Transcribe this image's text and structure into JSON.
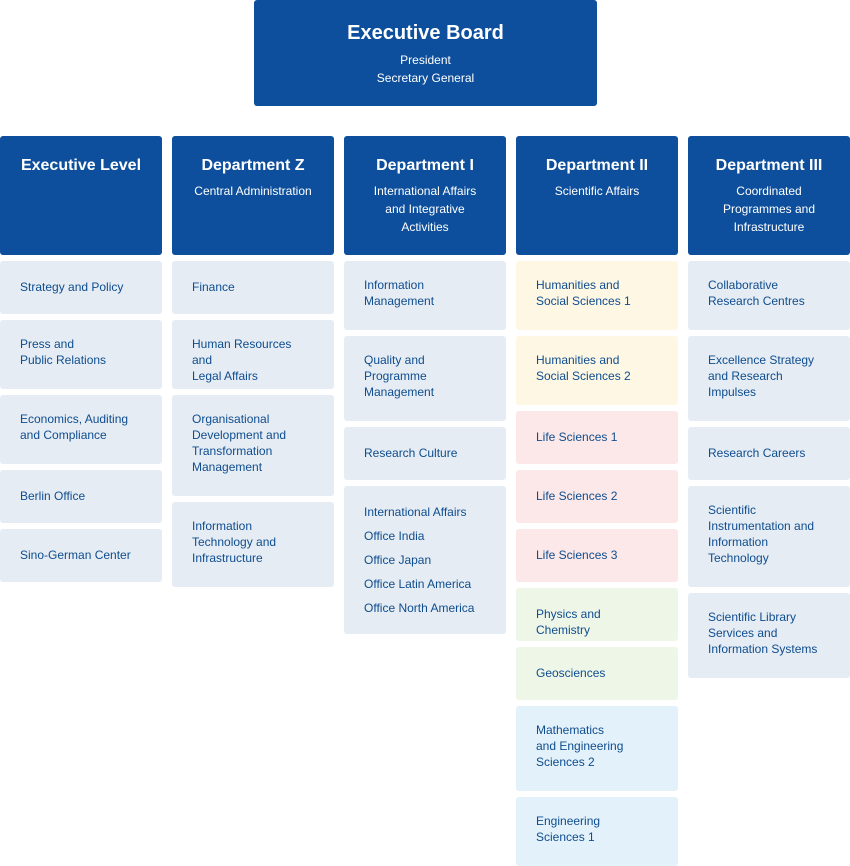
{
  "board": {
    "title": "Executive Board",
    "lines": [
      "President",
      "Secretary General"
    ]
  },
  "columns": [
    {
      "title": "Executive Level",
      "sub": [],
      "items": [
        {
          "lines": [
            "Strategy and Policy"
          ],
          "color": "grey",
          "h": 53
        },
        {
          "lines": [
            "Press and",
            "Public Relations"
          ],
          "color": "grey",
          "h": 69
        },
        {
          "lines": [
            "Economics, Auditing",
            "and Compliance"
          ],
          "color": "grey",
          "h": 69
        },
        {
          "lines": [
            "Berlin Office"
          ],
          "color": "grey",
          "h": 53
        },
        {
          "lines": [
            "Sino-German Center"
          ],
          "color": "grey",
          "h": 53
        }
      ]
    },
    {
      "title": "Department Z",
      "sub": [
        "Central Administration"
      ],
      "items": [
        {
          "lines": [
            "Finance"
          ],
          "color": "grey",
          "h": 53
        },
        {
          "lines": [
            "Human Resources and",
            "Legal Affairs"
          ],
          "color": "grey",
          "h": 69
        },
        {
          "lines": [
            "Organisational",
            "Development and",
            "Transformation",
            "Management"
          ],
          "color": "grey",
          "h": 101
        },
        {
          "lines": [
            "Information",
            "Technology and",
            "Infrastructure"
          ],
          "color": "grey",
          "h": 85
        }
      ]
    },
    {
      "title": "Department I",
      "sub": [
        "International Affairs",
        "and Integrative",
        "Activities"
      ],
      "items": [
        {
          "lines": [
            "Information",
            "Management"
          ],
          "color": "grey",
          "h": 69
        },
        {
          "lines": [
            "Quality and",
            "Programme",
            "Management"
          ],
          "color": "grey",
          "h": 85
        },
        {
          "lines": [
            "Research Culture"
          ],
          "color": "grey",
          "h": 53
        },
        {
          "lines": [
            "International Affairs",
            "Office India",
            "Office Japan",
            "Office Latin America",
            "Office North America"
          ],
          "color": "grey",
          "h": 148,
          "list": true
        }
      ]
    },
    {
      "title": "Department II",
      "sub": [
        "Scientific Affairs"
      ],
      "items": [
        {
          "lines": [
            "Humanities and",
            "Social Sciences 1"
          ],
          "color": "yellow",
          "h": 69
        },
        {
          "lines": [
            "Humanities and",
            "Social Sciences 2"
          ],
          "color": "yellow",
          "h": 69
        },
        {
          "lines": [
            "Life Sciences 1"
          ],
          "color": "pink",
          "h": 53
        },
        {
          "lines": [
            "Life Sciences 2"
          ],
          "color": "pink",
          "h": 53
        },
        {
          "lines": [
            "Life Sciences 3"
          ],
          "color": "pink",
          "h": 53
        },
        {
          "lines": [
            "Physics and Chemistry"
          ],
          "color": "green",
          "h": 53
        },
        {
          "lines": [
            "Geosciences"
          ],
          "color": "green",
          "h": 53
        },
        {
          "lines": [
            "Mathematics",
            "and Engineering",
            "Sciences 2"
          ],
          "color": "blue",
          "h": 85
        },
        {
          "lines": [
            "Engineering",
            "Sciences 1"
          ],
          "color": "blue",
          "h": 69
        }
      ]
    },
    {
      "title": "Department III",
      "sub": [
        "Coordinated",
        "Programmes and",
        "Infrastructure"
      ],
      "items": [
        {
          "lines": [
            "Collaborative",
            "Research Centres"
          ],
          "color": "grey",
          "h": 69
        },
        {
          "lines": [
            "Excellence Strategy",
            "and Research",
            "Impulses"
          ],
          "color": "grey",
          "h": 85
        },
        {
          "lines": [
            "Research Careers"
          ],
          "color": "grey",
          "h": 53
        },
        {
          "lines": [
            "Scientific",
            "Instrumentation and",
            "Information",
            "Technology"
          ],
          "color": "grey",
          "h": 101
        },
        {
          "lines": [
            "Scientific Library",
            "Services and",
            "Information Systems"
          ],
          "color": "grey",
          "h": 85
        }
      ]
    }
  ],
  "colors": {
    "header": "#0d4f9c",
    "grey": "#e5ecf3",
    "yellow": "#fdf7e4",
    "pink": "#fce8e8",
    "green": "#eef6e8",
    "blue": "#e3f1fa",
    "text": "#0f4d8f"
  }
}
